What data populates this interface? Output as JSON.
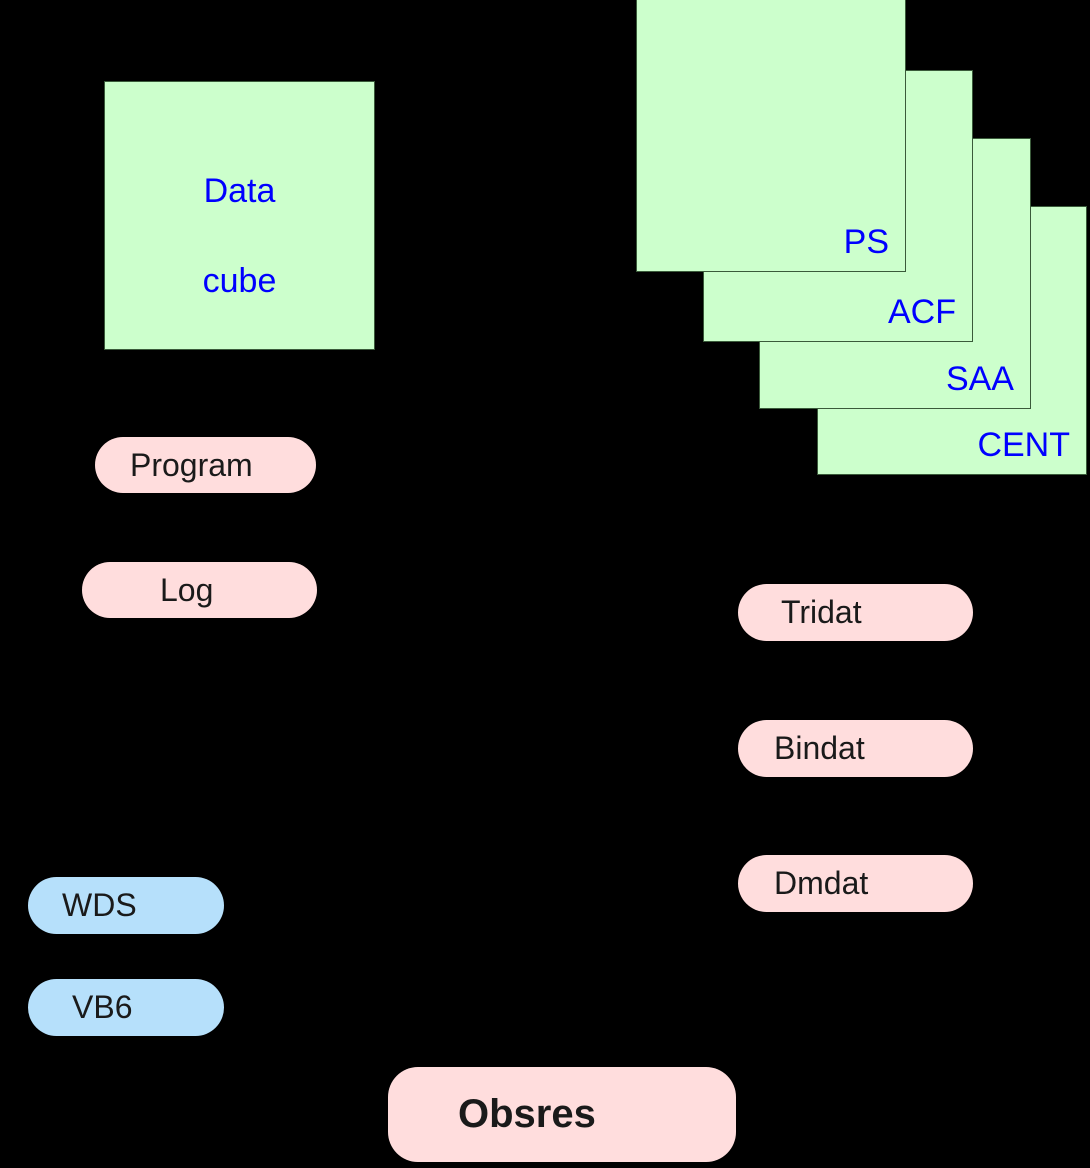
{
  "diagram": {
    "background_color": "#000000",
    "green_fill": "#ccffcc",
    "green_border": "#3a5a3a",
    "pink_fill": "#ffdddd",
    "blue_fill": "#b6e0fb",
    "blue_text": "#0000ff",
    "dark_text": "#1a1a1a"
  },
  "data_cube": {
    "line1": "Data",
    "line2": "cube"
  },
  "stacked_boxes": [
    {
      "label": "CENT"
    },
    {
      "label": "SAA"
    },
    {
      "label": "ACF"
    },
    {
      "label": "PS"
    }
  ],
  "left_pills": [
    {
      "label": "Program"
    },
    {
      "label": "Log"
    }
  ],
  "right_pills": [
    {
      "label": "Tridat"
    },
    {
      "label": "Bindat"
    },
    {
      "label": "Dmdat"
    }
  ],
  "bottom_left_pills": [
    {
      "label": "WDS"
    },
    {
      "label": "VB6"
    }
  ],
  "bottom_pill": {
    "label": "Obsres"
  }
}
